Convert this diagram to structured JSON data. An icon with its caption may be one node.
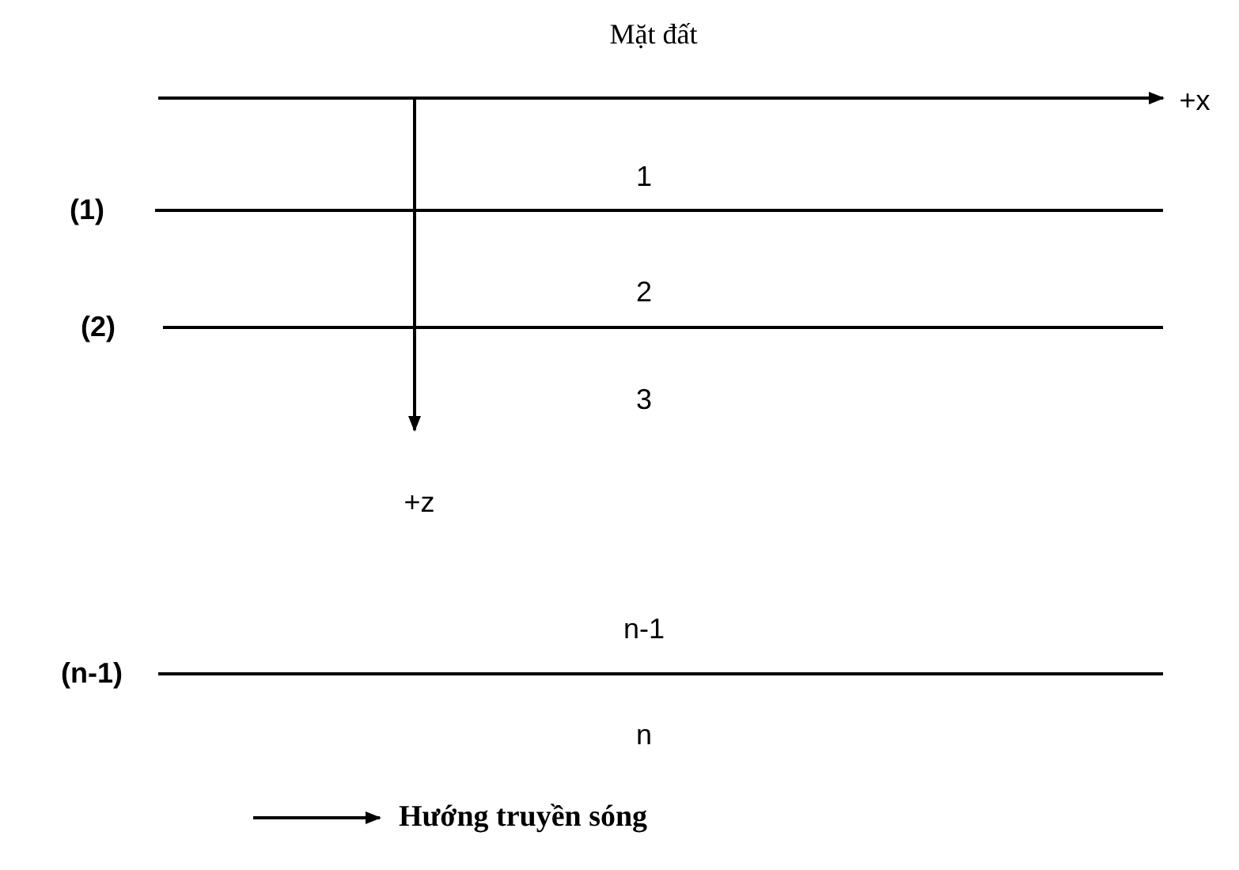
{
  "diagram": {
    "labels": [
      "Mặt đất",
      "+x",
      "1",
      "(1)",
      "2",
      "(2)",
      "3",
      "+z",
      "n-1",
      "(n-1)",
      "n"
    ],
    "legend": [
      {
        "text": "Hướng truyền sóng"
      }
    ]
  }
}
